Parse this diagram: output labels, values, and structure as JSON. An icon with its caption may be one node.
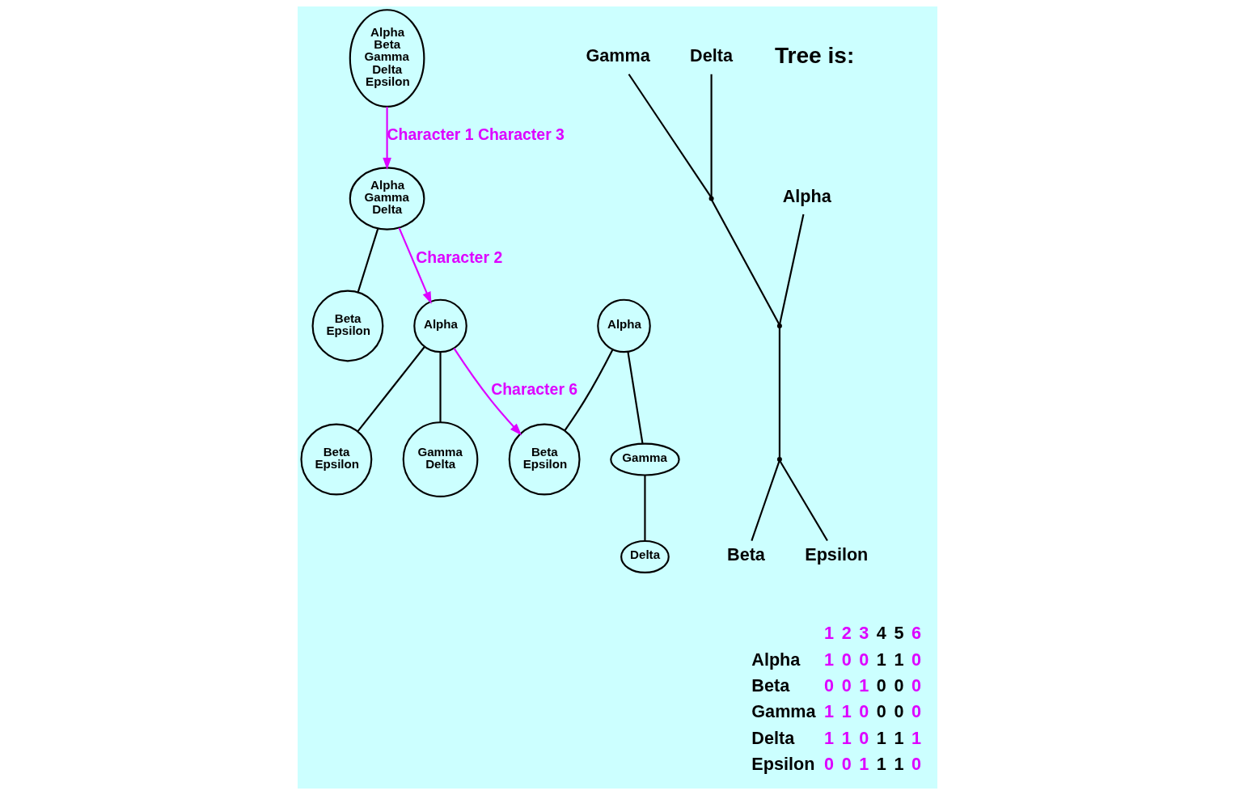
{
  "diagram": {
    "nodes": [
      {
        "text": [
          "Alpha",
          "Beta",
          "Gamma",
          "Delta",
          "Epsilon"
        ]
      },
      {
        "text": [
          "Alpha",
          "Gamma",
          "Delta"
        ]
      },
      {
        "text": [
          "Beta",
          "Epsilon"
        ]
      },
      {
        "text": [
          "Alpha"
        ]
      },
      {
        "text": [
          "Beta",
          "Epsilon"
        ]
      },
      {
        "text": [
          "Gamma",
          "Delta"
        ]
      },
      {
        "text": [
          "Alpha"
        ]
      },
      {
        "text": [
          "Beta",
          "Epsilon"
        ]
      },
      {
        "text": [
          "Gamma"
        ]
      },
      {
        "text": [
          "Delta"
        ]
      },
      {
        "text": [
          "Alpha"
        ]
      },
      {
        "text": [
          "Gamma"
        ]
      },
      {
        "text": [
          "Beta"
        ]
      },
      {
        "text": [
          "Delta"
        ]
      },
      {
        "text": [
          "Epsilon"
        ]
      },
      {
        "text": [],
        "shape": "point"
      },
      {
        "text": [],
        "shape": "point"
      },
      {
        "text": [],
        "shape": "point"
      }
    ],
    "edges": [
      {
        "from": 0,
        "to": 1,
        "arrow": "to",
        "label": "Character 1 Character 3",
        "color": "#dd00ff"
      },
      {
        "from": 1,
        "to": 2,
        "arrow": "none"
      },
      {
        "from": 1,
        "to": 3,
        "arrow": "to",
        "label": "Character 2",
        "color": "#dd00ff"
      },
      {
        "from": 3,
        "to": 4,
        "arrow": "none"
      },
      {
        "from": 3,
        "to": 5,
        "arrow": "none"
      },
      {
        "from": 3,
        "to": 7,
        "arrow": "to",
        "label": "Character 6",
        "color": "#dd00ff"
      },
      {
        "from": 6,
        "to": 7,
        "arrow": "none"
      },
      {
        "from": 6,
        "to": 8,
        "arrow": "none"
      },
      {
        "from": 8,
        "to": 9,
        "arrow": "none"
      },
      {
        "from": 11,
        "to": 15,
        "arrow": "none"
      },
      {
        "from": 13,
        "to": 15,
        "arrow": "none"
      },
      {
        "from": 15,
        "to": 16,
        "arrow": "none"
      },
      {
        "from": 10,
        "to": 16,
        "arrow": "none"
      },
      {
        "from": 16,
        "to": 17,
        "arrow": "none"
      },
      {
        "from": 17,
        "to": 12,
        "arrow": "none"
      },
      {
        "from": 17,
        "to": 14,
        "arrow": "none"
      }
    ],
    "labels": [
      "Tree is:",
      "1",
      "2",
      "3",
      "4",
      "5",
      "6",
      "Alpha",
      "1",
      "0",
      "0",
      "1",
      "1",
      "0",
      "Beta",
      "0",
      "0",
      "1",
      "0",
      "0",
      "0",
      "Gamma",
      "1",
      "1",
      "0",
      "0",
      "0",
      "0",
      "Delta",
      "1",
      "1",
      "0",
      "1",
      "1",
      "1",
      "Epsilon",
      "0",
      "0",
      "1",
      "1",
      "1",
      "0"
    ]
  }
}
